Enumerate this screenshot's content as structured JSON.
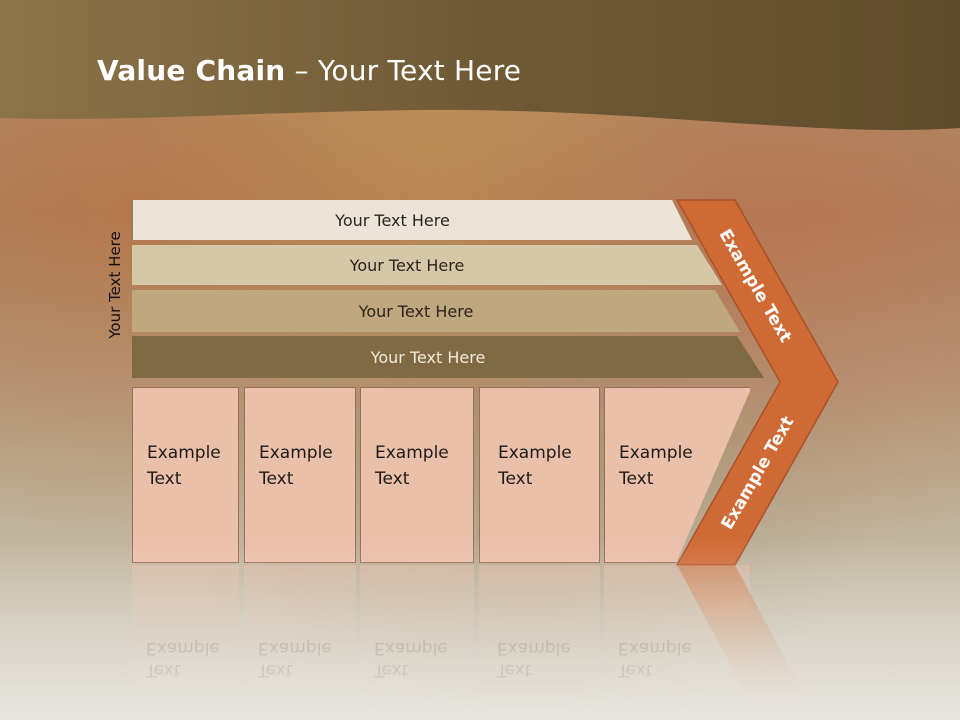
{
  "slide": {
    "title_bold": "Value Chain",
    "title_rest": " – Your Text Here",
    "side_label": "Your Text Here"
  },
  "bars": [
    {
      "label": "Your Text Here"
    },
    {
      "label": "Your Text Here"
    },
    {
      "label": "Your Text Here"
    },
    {
      "label": "Your Text Here"
    }
  ],
  "columns": [
    {
      "line1": "Example",
      "line2": "Text"
    },
    {
      "line1": "Example",
      "line2": "Text"
    },
    {
      "line1": "Example",
      "line2": "Text"
    },
    {
      "line1": "Example",
      "line2": "Text"
    },
    {
      "line1": "Example",
      "line2": "Text"
    }
  ],
  "chevron": {
    "top_label": "Example Text",
    "bottom_label": "Example Text",
    "color": "#cf6a35"
  },
  "colors": {
    "header": "#6f5a35",
    "bar1": "#ebe4d7",
    "bar2": "#d6c7a7",
    "bar3": "#bfa87e",
    "bar4": "#7f6a44",
    "column": "#ebc0ab"
  }
}
